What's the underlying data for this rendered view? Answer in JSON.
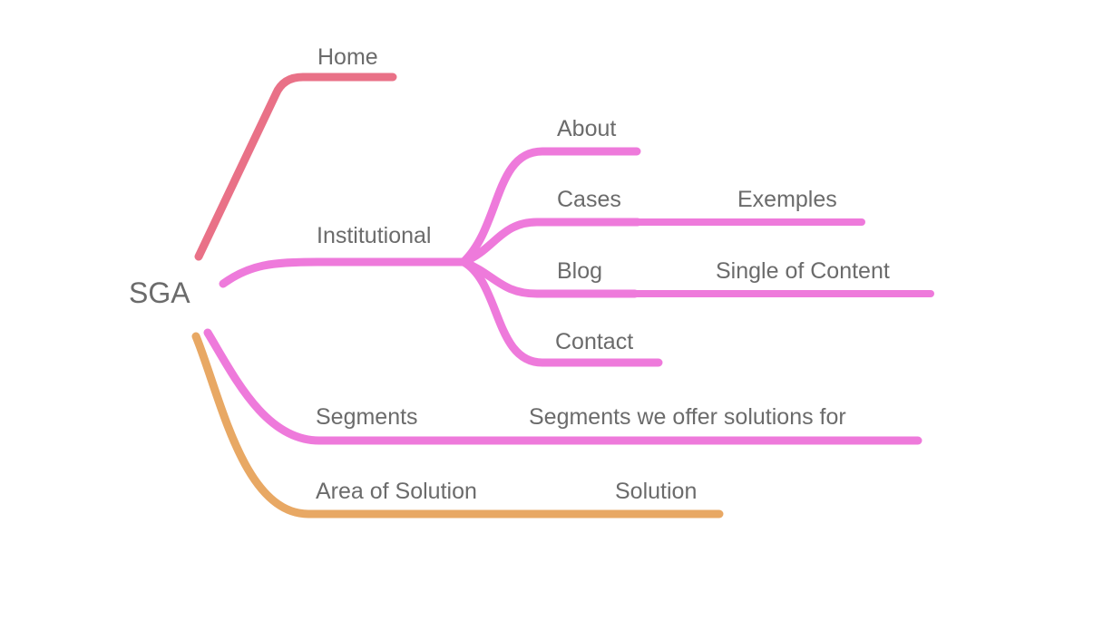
{
  "colors": {
    "rose": "#E97187",
    "magenta": "#EE7ADB",
    "orange": "#E8A864",
    "label_gray": "#6B6B6B",
    "background": "#FFFFFF"
  },
  "mindmap": {
    "root": "SGA",
    "branches": [
      {
        "label": "Home",
        "color": "#E97187",
        "children": []
      },
      {
        "label": "Institutional",
        "color": "#EE7ADB",
        "children": [
          {
            "label": "About",
            "children": []
          },
          {
            "label": "Cases",
            "children": [
              {
                "label": "Exemples"
              }
            ]
          },
          {
            "label": "Blog",
            "children": [
              {
                "label": "Single of Content"
              }
            ]
          },
          {
            "label": "Contact",
            "children": []
          }
        ]
      },
      {
        "label": "Segments",
        "color": "#EE7ADB",
        "children": [
          {
            "label": "Segments we offer solutions for",
            "children": []
          }
        ]
      },
      {
        "label": "Area of Solution",
        "color": "#E8A864",
        "children": [
          {
            "label": "Solution",
            "children": []
          }
        ]
      }
    ]
  }
}
